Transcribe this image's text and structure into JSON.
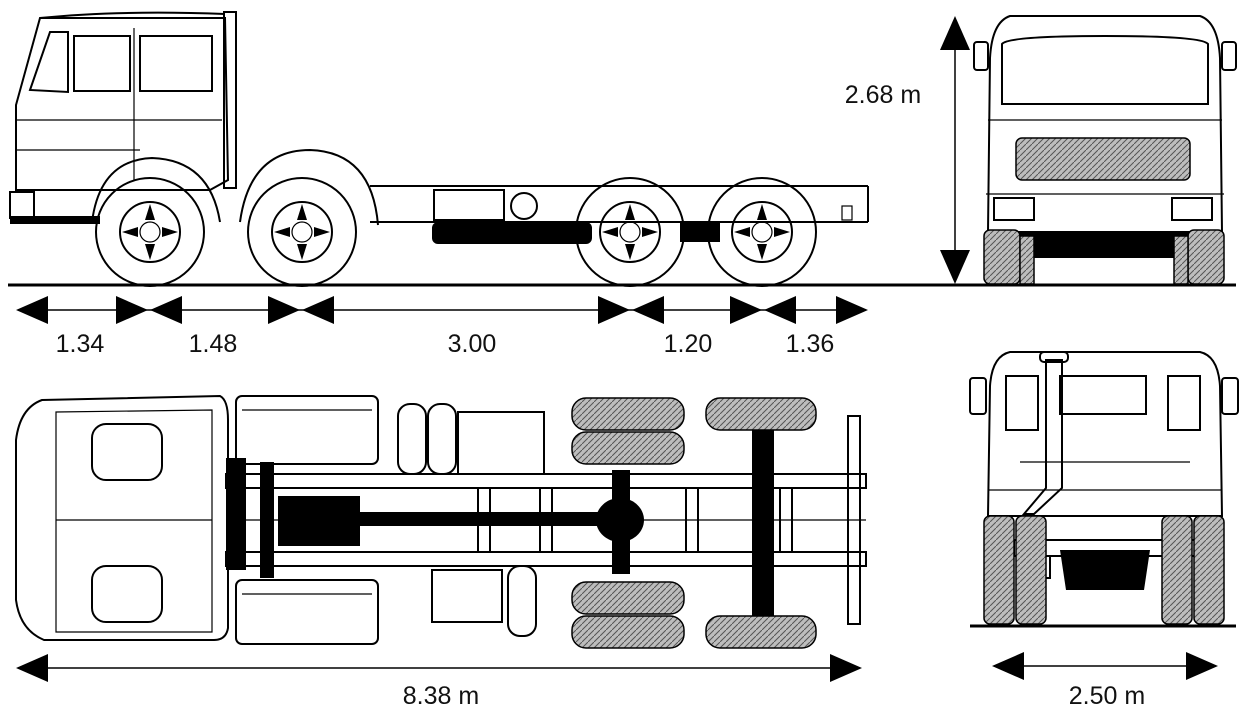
{
  "dimensions": {
    "axle_spacings": [
      "1.34",
      "1.48",
      "3.00",
      "1.20",
      "1.36"
    ],
    "overall_length": "8.38 m",
    "height": "2.68 m",
    "width": "2.50 m"
  },
  "views": [
    "side-view",
    "front-view",
    "top-view",
    "rear-view"
  ]
}
